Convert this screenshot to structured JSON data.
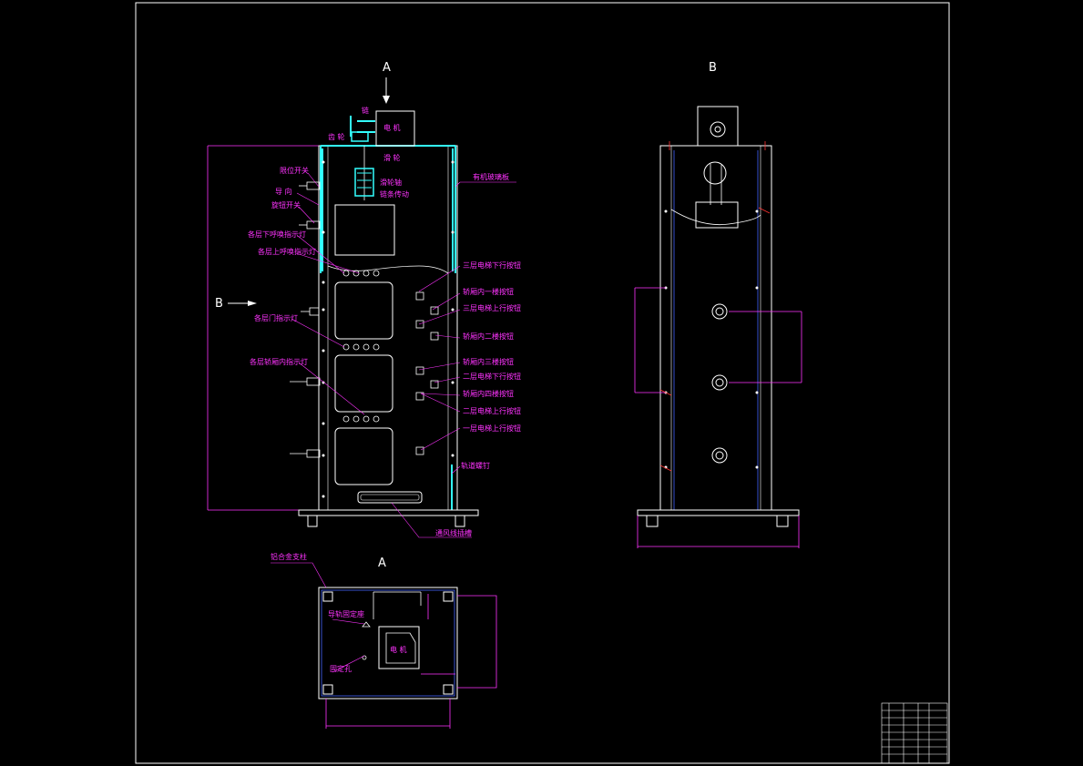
{
  "views": {
    "a_arrow": "A",
    "b_title": "B",
    "b_arrow": "B",
    "a_title": "A"
  },
  "front_labels": {
    "l1": "限位开关",
    "l2": "导 向",
    "l3": "旋钮开关",
    "l4": "各层下呼唤指示灯",
    "l5": "各层上呼唤指示灯",
    "l6": "各层门指示灯",
    "l7": "各层轿厢内指示灯",
    "t1": "链",
    "t2": "电 机",
    "t3": "齿 轮",
    "t4": "滑 轮",
    "t5": "滑轮轴",
    "t6": "链条传动",
    "r1": "有机玻璃板",
    "r2": "三层电梯下行按钮",
    "r3": "轿厢内一楼按钮",
    "r4": "三层电梯上行按钮",
    "r5": "轿厢内二楼按钮",
    "r6": "轿厢内三楼按钮",
    "r7": "二层电梯下行按钮",
    "r8": "轿厢内四楼按钮",
    "r9": "二层电梯上行按钮",
    "r10": "一层电梯上行按钮",
    "r11": "轨道螺钉",
    "r12": "通风线插槽"
  },
  "plan_labels": {
    "p1": "铝合金支柱",
    "p2": "导轨固定座",
    "p3": "电 机",
    "p4": "固定孔"
  }
}
